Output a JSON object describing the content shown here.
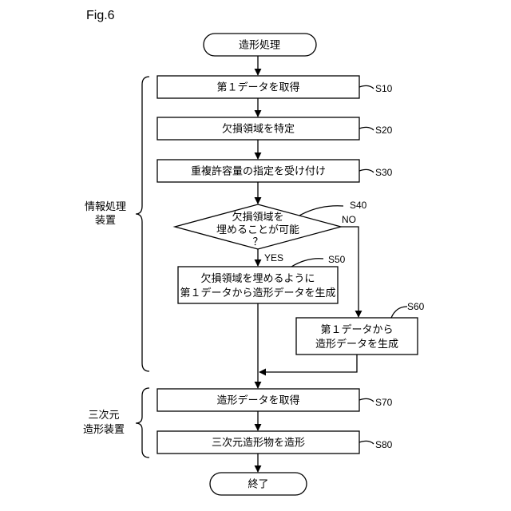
{
  "figure_label": "Fig.6",
  "start": {
    "label": "造形処理"
  },
  "end": {
    "label": "終了"
  },
  "steps": {
    "s10": {
      "label": "第１データを取得",
      "id": "S10"
    },
    "s20": {
      "label": "欠損領域を特定",
      "id": "S20"
    },
    "s30": {
      "label": "重複許容量の指定を受け付け",
      "id": "S30"
    },
    "s40": {
      "lines": [
        "欠損領域を",
        "埋めることが可能",
        "？"
      ],
      "id": "S40"
    },
    "s50": {
      "lines": [
        "欠損領域を埋めるように",
        "第１データから造形データを生成"
      ],
      "id": "S50"
    },
    "s60": {
      "lines": [
        "第１データから",
        "造形データを生成"
      ],
      "id": "S60"
    },
    "s70": {
      "label": "造形データを取得",
      "id": "S70"
    },
    "s80": {
      "label": "三次元造形物を造形",
      "id": "S80"
    }
  },
  "branches": {
    "yes": "YES",
    "no": "NO"
  },
  "groups": {
    "info": {
      "lines": [
        "情報処理",
        "装置"
      ]
    },
    "printer": {
      "lines": [
        "三次元",
        "造形装置"
      ]
    }
  }
}
